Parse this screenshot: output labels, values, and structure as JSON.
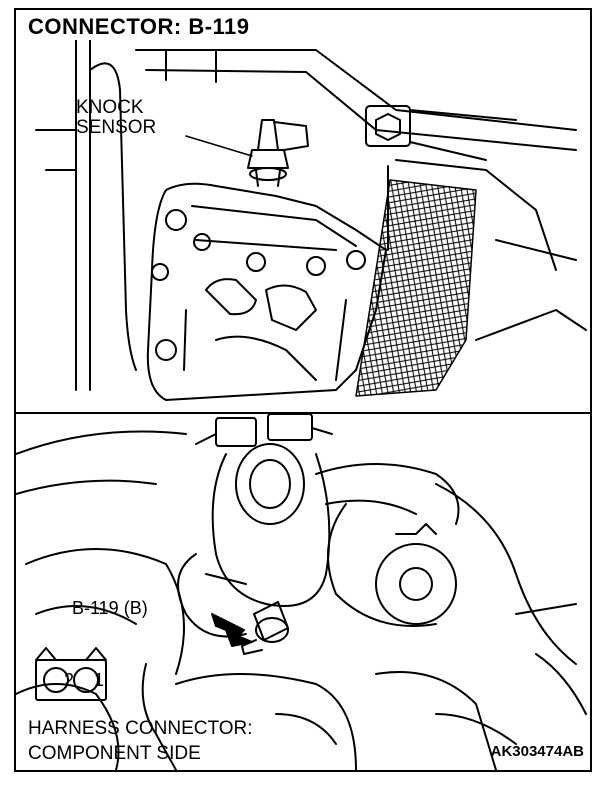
{
  "title": "CONNECTOR: B-119",
  "top_panel": {
    "label_line1": "KNOCK",
    "label_line2": "SENSOR"
  },
  "bottom_panel": {
    "connector_label": "B-119 (B)",
    "pins": [
      "2",
      "1"
    ],
    "harness_line1": "HARNESS CONNECTOR:",
    "harness_line2": "COMPONENT SIDE"
  },
  "figure_code": "AK303474AB"
}
